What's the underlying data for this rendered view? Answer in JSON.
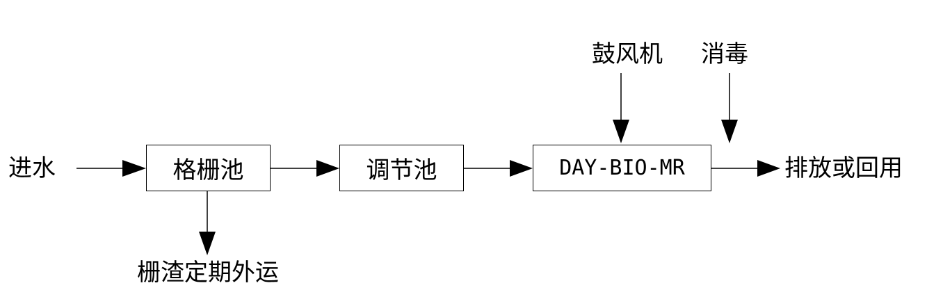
{
  "labels": {
    "inlet": "进水",
    "screen_waste": "栅渣定期外运",
    "blower": "鼓风机",
    "disinfection": "消毒",
    "outlet": "排放或回用"
  },
  "boxes": {
    "screen_tank": "格栅池",
    "equalization_tank": "调节池",
    "reactor": "DAY-BIO-MR"
  },
  "colors": {
    "line": "#000000",
    "background": "#ffffff"
  }
}
